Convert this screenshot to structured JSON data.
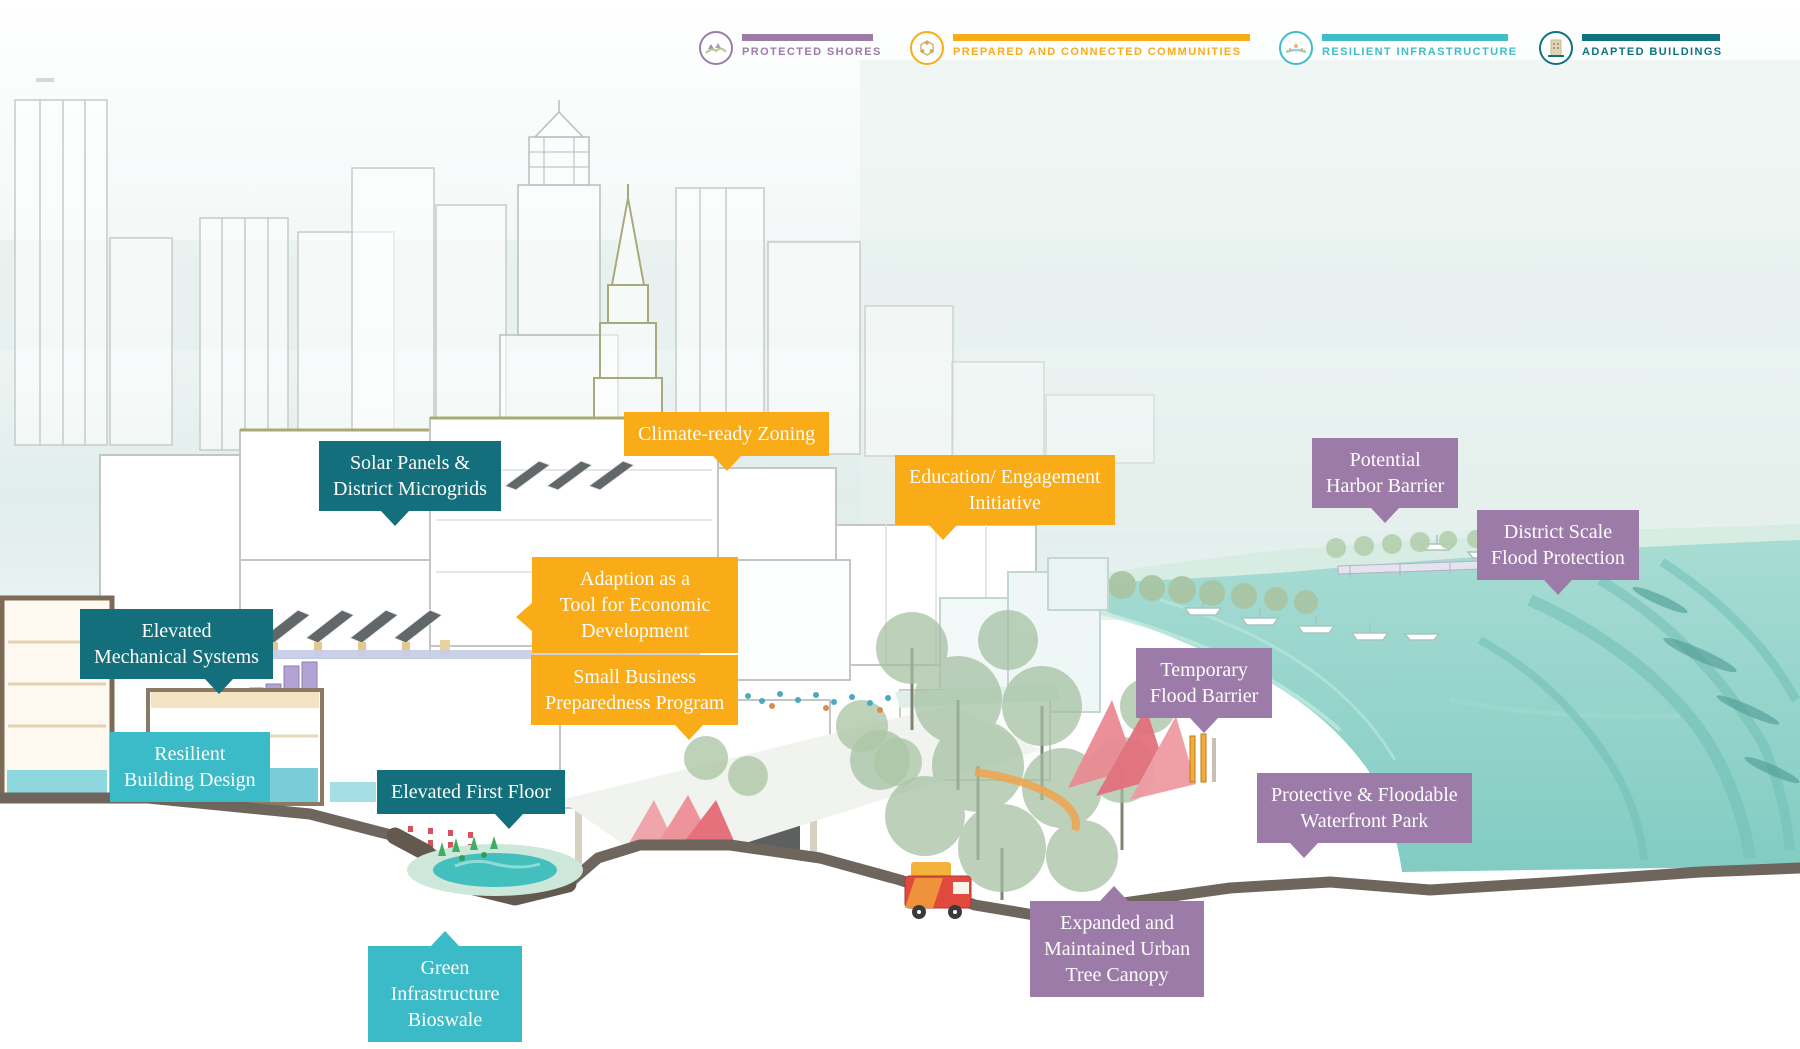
{
  "legend": {
    "items": [
      {
        "id": "protected-shores",
        "label": "PROTECTED SHORES",
        "color": "#9C7BA9",
        "icon": "shore-icon"
      },
      {
        "id": "prepared-connected-communities",
        "label": "PREPARED AND CONNECTED COMMUNITIES",
        "color": "#F9AC18",
        "icon": "community-icon"
      },
      {
        "id": "resilient-infrastructure",
        "label": "RESILIENT INFRASTRUCTURE",
        "color": "#41BCC9",
        "icon": "infrastructure-icon"
      },
      {
        "id": "adapted-buildings",
        "label": "ADAPTED BUILDINGS",
        "color": "#0F7280",
        "icon": "buildings-icon"
      }
    ]
  },
  "colors": {
    "protected_shores": "#9C7BA9",
    "prepared_and_connected_communities": "#F9AC18",
    "resilient_infrastructure": "#3BBAC7",
    "adapted_buildings": "#136F7B"
  },
  "callouts": [
    {
      "id": "solar-panels-district-microgrids",
      "category": "adapted-buildings",
      "text": "Solar Panels &\nDistrict Microgrids"
    },
    {
      "id": "climate-ready-zoning",
      "category": "prepared-connected-communities",
      "text": "Climate-ready Zoning"
    },
    {
      "id": "education-engagement-initiative",
      "category": "prepared-connected-communities",
      "text": "Education/ Engagement\nInitiative"
    },
    {
      "id": "adaption-economic-development",
      "category": "prepared-connected-communities",
      "text": "Adaption as a\nTool for Economic\nDevelopment"
    },
    {
      "id": "small-business-preparedness-program",
      "category": "prepared-connected-communities",
      "text": "Small Business\nPreparedness Program"
    },
    {
      "id": "elevated-mechanical-systems",
      "category": "adapted-buildings",
      "text": "Elevated\nMechanical Systems"
    },
    {
      "id": "resilient-building-design",
      "category": "resilient-infrastructure",
      "text": "Resilient\nBuilding Design"
    },
    {
      "id": "elevated-first-floor",
      "category": "adapted-buildings",
      "text": "Elevated First Floor"
    },
    {
      "id": "green-infrastructure-bioswale",
      "category": "resilient-infrastructure",
      "text": "Green\nInfrastructure\nBioswale"
    },
    {
      "id": "potential-harbor-barrier",
      "category": "protected-shores",
      "text": "Potential\nHarbor Barrier"
    },
    {
      "id": "district-scale-flood-protection",
      "category": "protected-shores",
      "text": "District Scale\nFlood Protection"
    },
    {
      "id": "temporary-flood-barrier",
      "category": "protected-shores",
      "text": "Temporary\nFlood Barrier"
    },
    {
      "id": "protective-floodable-waterfront-park",
      "category": "protected-shores",
      "text": "Protective & Floodable\nWaterfront Park"
    },
    {
      "id": "expanded-urban-tree-canopy",
      "category": "protected-shores",
      "text": "Expanded and\nMaintained Urban\nTree Canopy"
    }
  ]
}
